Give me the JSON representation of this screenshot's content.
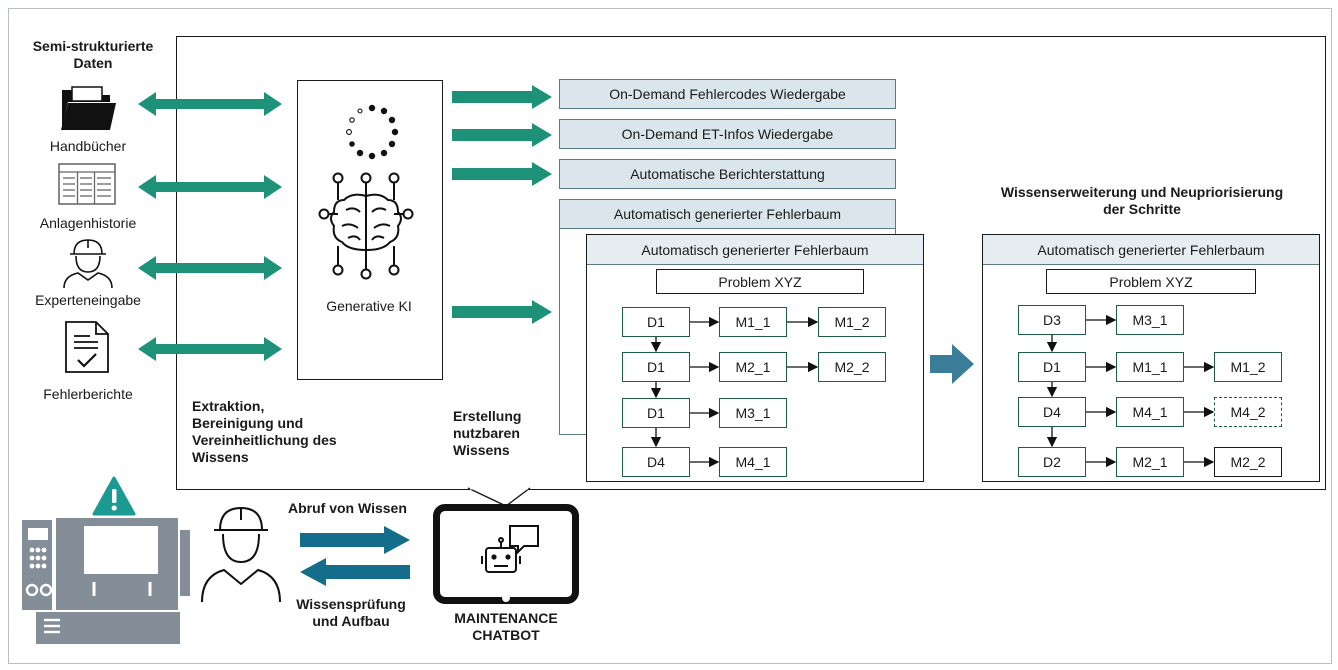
{
  "sources": {
    "heading": "Semi-strukturierte Daten",
    "items": [
      {
        "label": "Handbücher",
        "icon": "folder-icon"
      },
      {
        "label": "Anlagenhistorie",
        "icon": "table-icon"
      },
      {
        "label": "Experteneingabe",
        "icon": "worker-icon"
      },
      {
        "label": "Fehlerberichte",
        "icon": "report-icon"
      }
    ]
  },
  "ai": {
    "label": "Generative KI"
  },
  "outputs": [
    "On-Demand Fehlercodes Wiedergabe",
    "On-Demand ET-Infos Wiedergabe",
    "Automatische Berichterstattung"
  ],
  "stacked_card_title": "Automatisch generierter Fehlerbaum",
  "tree_left": {
    "title": "Automatisch generierter Fehlerbaum",
    "problem": "Problem XYZ",
    "rows": [
      [
        "D1",
        "M1_1",
        "M1_2"
      ],
      [
        "D1",
        "M2_1",
        "M2_2"
      ],
      [
        "D1",
        "M3_1"
      ],
      [
        "D4",
        "M4_1"
      ]
    ]
  },
  "tree_right": {
    "heading": "Wissenserweiterung und Neupriorisierung der Schritte",
    "title": "Automatisch generierter Fehlerbaum",
    "problem": "Problem XYZ",
    "rows": [
      [
        "D3",
        "M3_1"
      ],
      [
        "D1",
        "M1_1",
        "M1_2"
      ],
      [
        "D4",
        "M4_1",
        "M4_2"
      ],
      [
        "D2",
        "M2_1",
        "M2_2"
      ]
    ]
  },
  "captions": {
    "extraction": "Extraktion, Bereinigung und Vereinheitlichung des Wissens",
    "creation": "Erstellung nutzbaren Wissens"
  },
  "interaction": {
    "retrieve": "Abruf von Wissen",
    "verify": "Wissensprüfung und Aufbau",
    "chatbot": "MAINTENANCE CHATBOT"
  },
  "colors": {
    "green": "#1e9278",
    "steel": "#156d8c",
    "teal": "#3a7d98",
    "gray": "#838e98",
    "warning": "#1a9a92"
  }
}
